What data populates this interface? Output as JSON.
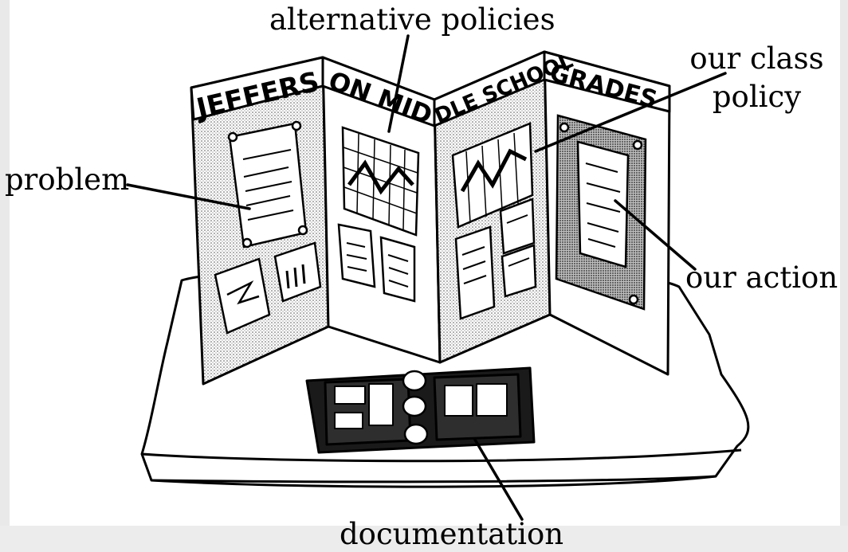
{
  "labels": {
    "alternative_policies": "alternative policies",
    "our_class_policy": "our class policy",
    "problem": "problem",
    "our_action": "our action",
    "documentation": "documentation"
  },
  "banner": {
    "panel1": "JEFFERS",
    "panel2": "ON MID",
    "panel3": "DLE SCHOOL",
    "panel4": "GRADES"
  },
  "colors": {
    "line": "#000000",
    "stipple": "#d4d4d4",
    "board": "#ffffff"
  }
}
